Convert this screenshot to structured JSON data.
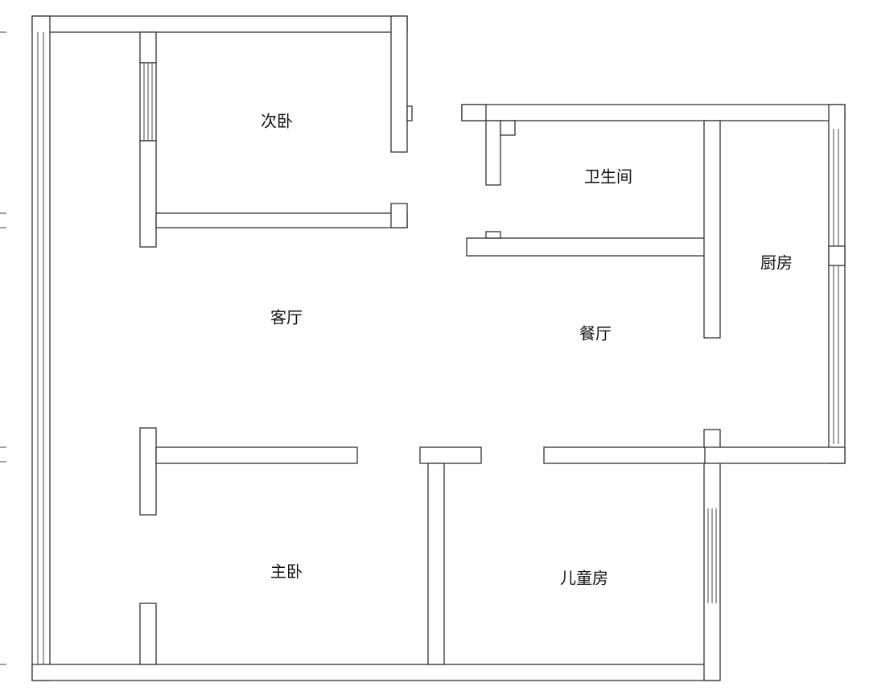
{
  "rooms": {
    "second_bedroom": "次卧",
    "bathroom": "卫生间",
    "kitchen": "厨房",
    "living_room": "客厅",
    "dining_room": "餐厅",
    "master_bedroom": "主卧",
    "kids_room": "儿童房"
  },
  "line_color": "#333333",
  "background": "#ffffff"
}
